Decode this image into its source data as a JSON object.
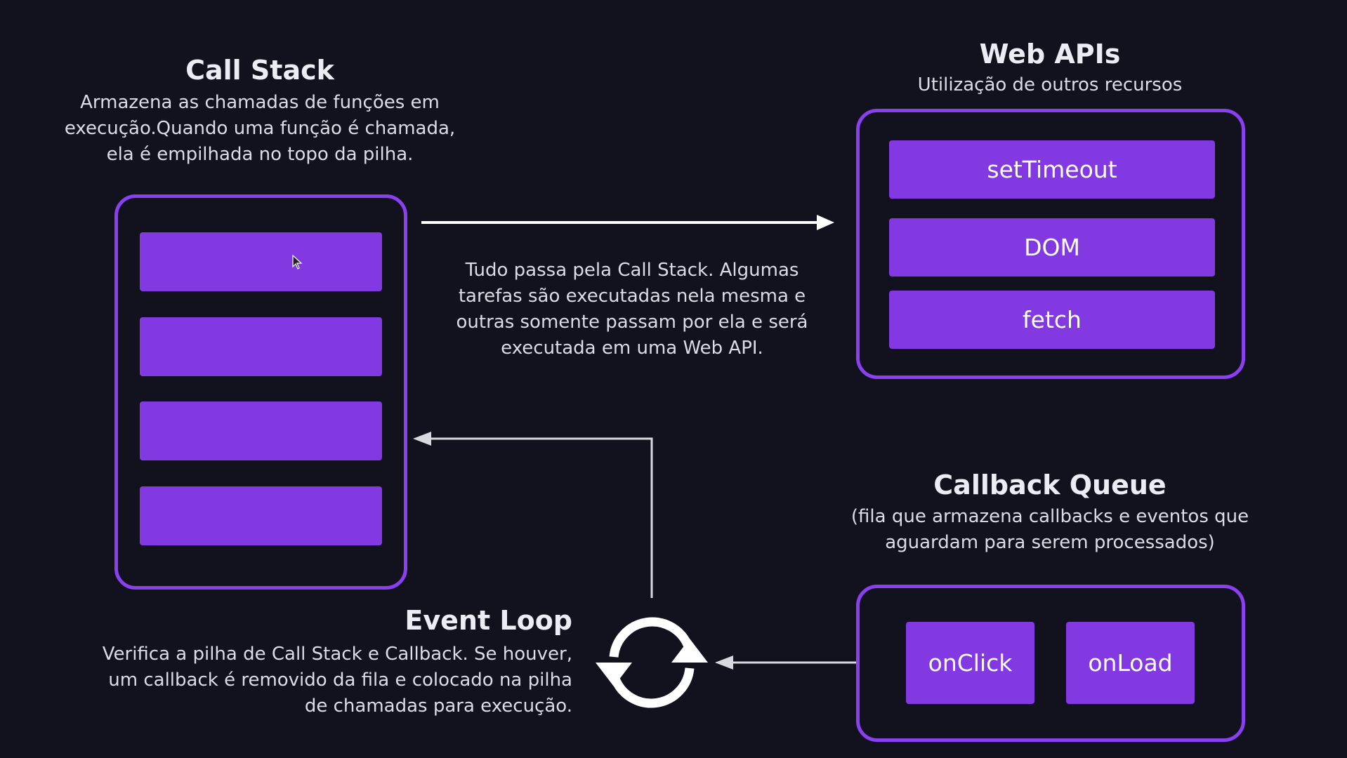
{
  "call_stack": {
    "title": "Call Stack",
    "description_lines": [
      "Armazena as chamadas de funções em",
      "execução.Quando uma função é chamada,",
      "ela é empilhada no topo da pilha."
    ]
  },
  "web_apis": {
    "title": "Web APIs",
    "subtitle": "Utilização de outros recursos",
    "items": [
      "setTimeout",
      "DOM",
      "fetch"
    ]
  },
  "middle_note": {
    "lines": [
      "Tudo passa pela Call Stack. Algumas",
      "tarefas são executadas nela mesma e",
      "outras somente passam por ela e será",
      "executada em uma Web API."
    ]
  },
  "callback_queue": {
    "title": "Callback Queue",
    "description_lines": [
      "(fila que armazena callbacks e eventos que",
      "aguardam para serem processados)"
    ],
    "items": [
      "onClick",
      "onLoad"
    ]
  },
  "event_loop": {
    "title": "Event Loop",
    "description_lines": [
      "Verifica a pilha de  Call Stack e Callback. Se houver,",
      "um callback é removido da fila e colocado na pilha",
      "de chamadas para execução."
    ],
    "icon": "cycle-arrows-icon"
  },
  "colors": {
    "background": "#12121f",
    "accent": "#8a3ff0",
    "slot_fill": "#8339e2",
    "arrow": "#d8d8e0"
  }
}
